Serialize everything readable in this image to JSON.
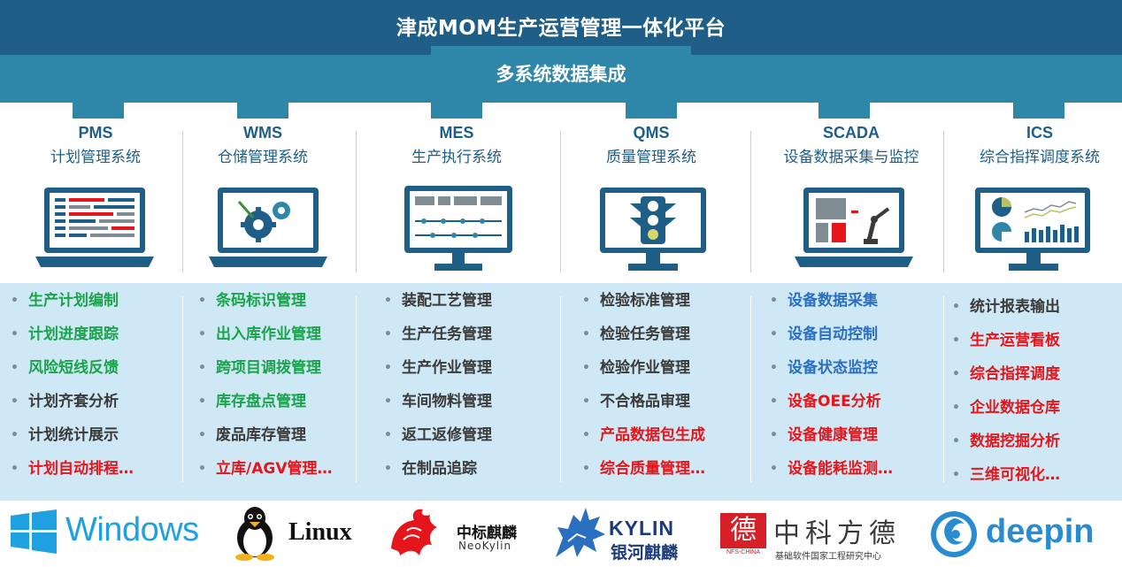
{
  "platform_title": "津成MOM生产运营管理一体化平台",
  "integration_title": "多系统数据集成",
  "colors": {
    "dark_blue": "#1f5f87",
    "mid_blue": "#2e86a8",
    "feature_bg": "#cfe8f6",
    "green": "#1aa34a",
    "dark": "#3a3a3a",
    "red": "#e5151b",
    "blue": "#2a6fc0"
  },
  "systems": [
    {
      "code": "PMS",
      "name": "计划管理系统",
      "icon": "schedule-screen-icon",
      "features": [
        {
          "text": "生产计划编制",
          "color": "#1aa34a"
        },
        {
          "text": "计划进度跟踪",
          "color": "#1aa34a"
        },
        {
          "text": "风险短线反馈",
          "color": "#1aa34a"
        },
        {
          "text": "计划齐套分析",
          "color": "#3a3a3a"
        },
        {
          "text": "计划统计展示",
          "color": "#3a3a3a"
        },
        {
          "text": "计划自动排程…",
          "color": "#e5151b"
        }
      ]
    },
    {
      "code": "WMS",
      "name": "仓储管理系统",
      "icon": "gear-screen-icon",
      "features": [
        {
          "text": "条码标识管理",
          "color": "#1aa34a"
        },
        {
          "text": "出入库作业管理",
          "color": "#1aa34a"
        },
        {
          "text": "跨项目调拨管理",
          "color": "#1aa34a"
        },
        {
          "text": "库存盘点管理",
          "color": "#1aa34a"
        },
        {
          "text": "废品库存管理",
          "color": "#3a3a3a"
        },
        {
          "text": "立库/AGV管理…",
          "color": "#e5151b"
        }
      ]
    },
    {
      "code": "MES",
      "name": "生产执行系统",
      "icon": "process-flow-screen-icon",
      "features": [
        {
          "text": "装配工艺管理",
          "color": "#3a3a3a"
        },
        {
          "text": "生产任务管理",
          "color": "#3a3a3a"
        },
        {
          "text": "生产作业管理",
          "color": "#3a3a3a"
        },
        {
          "text": "车间物料管理",
          "color": "#3a3a3a"
        },
        {
          "text": "返工返修管理",
          "color": "#3a3a3a"
        },
        {
          "text": "在制品追踪",
          "color": "#3a3a3a"
        }
      ]
    },
    {
      "code": "QMS",
      "name": "质量管理系统",
      "icon": "traffic-light-screen-icon",
      "features": [
        {
          "text": "检验标准管理",
          "color": "#3a3a3a"
        },
        {
          "text": "检验任务管理",
          "color": "#3a3a3a"
        },
        {
          "text": "检验作业管理",
          "color": "#3a3a3a"
        },
        {
          "text": "不合格品审理",
          "color": "#3a3a3a"
        },
        {
          "text": "产品数据包生成",
          "color": "#e5151b"
        },
        {
          "text": "综合质量管理…",
          "color": "#e5151b"
        }
      ]
    },
    {
      "code": "SCADA",
      "name": "设备数据采集与监控",
      "icon": "robot-arm-screen-icon",
      "features": [
        {
          "text": "设备数据采集",
          "color": "#2a6fc0"
        },
        {
          "text": "设备自动控制",
          "color": "#2a6fc0"
        },
        {
          "text": "设备状态监控",
          "color": "#2a6fc0"
        },
        {
          "text": "设备OEE分析",
          "color": "#e5151b"
        },
        {
          "text": "设备健康管理",
          "color": "#e5151b"
        },
        {
          "text": "设备能耗监测…",
          "color": "#e5151b"
        }
      ]
    },
    {
      "code": "ICS",
      "name": "综合指挥调度系统",
      "icon": "dashboard-screen-icon",
      "features": [
        {
          "text": "统计报表输出",
          "color": "#3a3a3a"
        },
        {
          "text": "生产运营看板",
          "color": "#e5151b"
        },
        {
          "text": "综合指挥调度",
          "color": "#e5151b"
        },
        {
          "text": "企业数据仓库",
          "color": "#e5151b"
        },
        {
          "text": "数据挖掘分析",
          "color": "#e5151b"
        },
        {
          "text": "三维可视化…",
          "color": "#e5151b"
        }
      ]
    }
  ],
  "os_logos": {
    "windows": "Windows",
    "linux": "Linux",
    "neokylin_cn": "中标麒麟",
    "neokylin_en": "NeoKylin",
    "kylin_en": "KYLIN",
    "kylin_cn": "银河麒麟",
    "nfs_cn": "中科方德",
    "nfs_mark": "德",
    "nfs_sub": "基础软件国家工程研究中心",
    "nfs_tag": "NFS-CHINA",
    "deepin": "deepin"
  }
}
